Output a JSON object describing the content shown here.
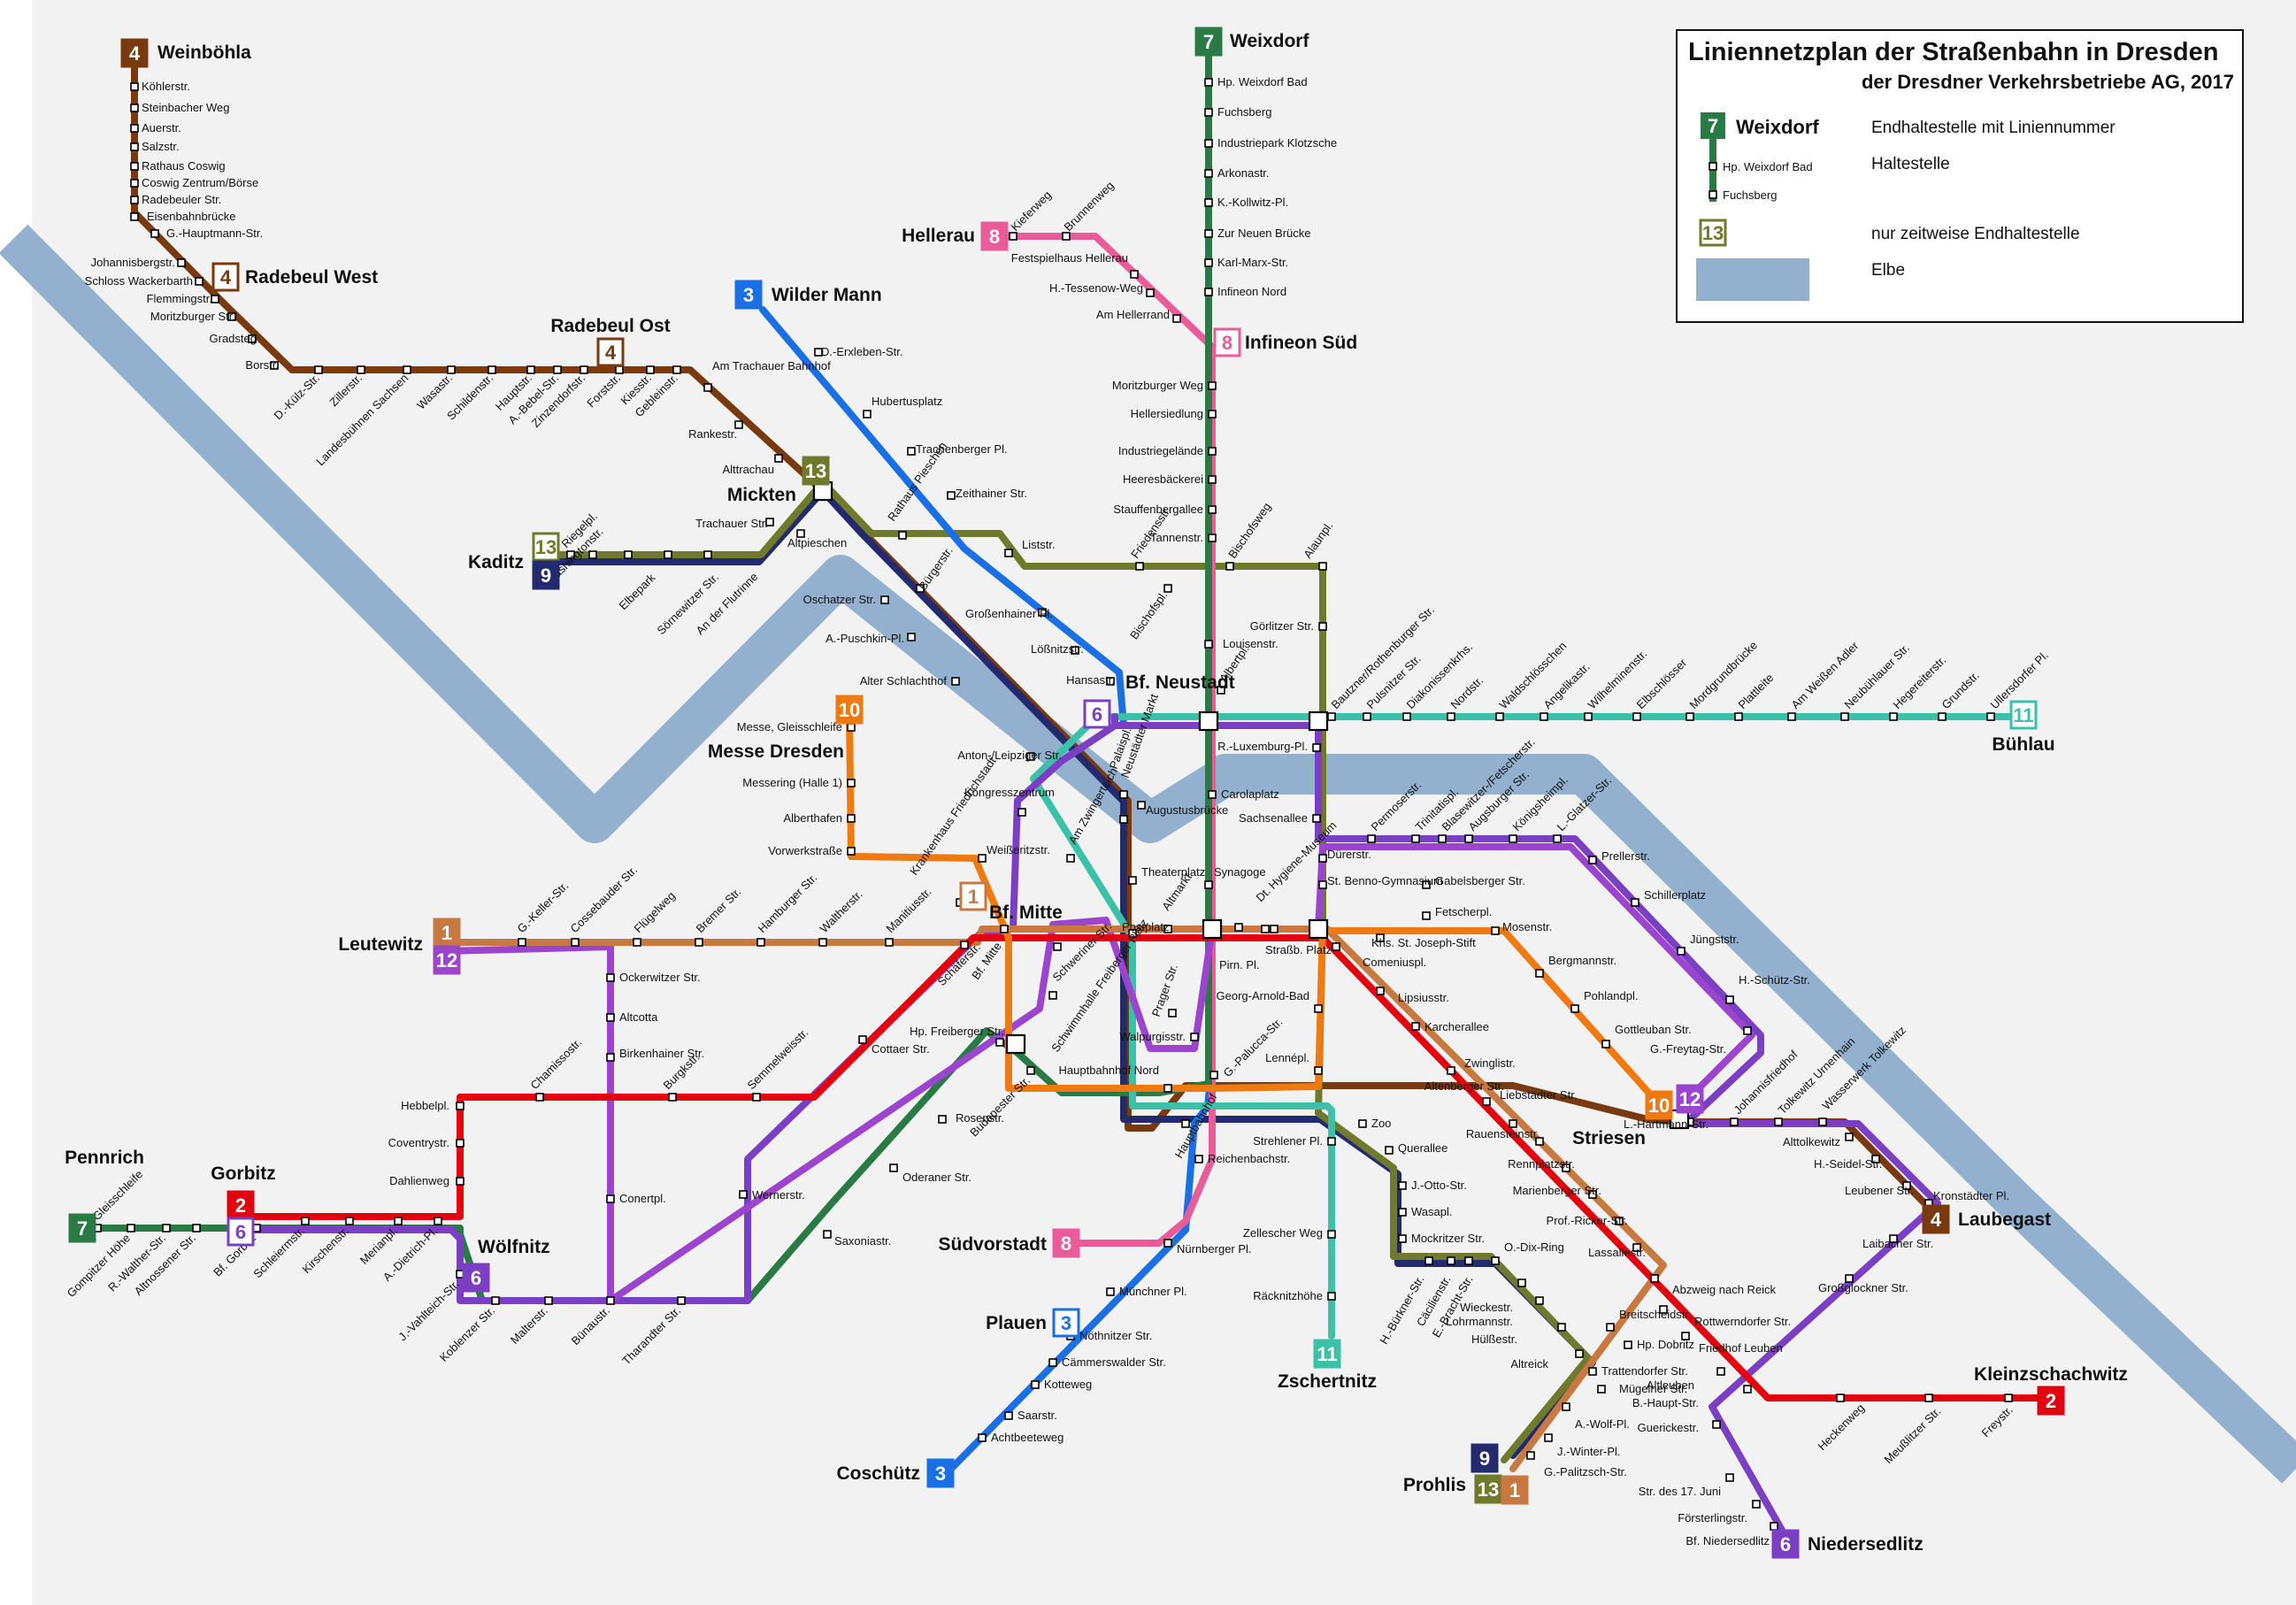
{
  "legend": {
    "title": "Liniennetzplan der Straßenbahn in Dresden",
    "subtitle": "der Dresdner Verkehrsbetriebe AG,  2017",
    "ex_line": "7",
    "ex_terminus": "Weixdorf",
    "ex_stop1": "Hp. Weixdorf Bad",
    "ex_stop2": "Fuchsberg",
    "ex_line_temp": "13",
    "label_terminus": "Endhaltestelle mit Liniennummer",
    "label_stop": "Haltestelle",
    "label_temp": "nur zeitweise Endhaltestelle",
    "label_river": "Elbe"
  },
  "colors": {
    "1": "#c87941",
    "2": "#e3000f",
    "3": "#1a6fe5",
    "4": "#7a3a10",
    "6": "#7b3fc4",
    "7": "#2a7a45",
    "8": "#ea5b9a",
    "9": "#232a6d",
    "10": "#f07a12",
    "11": "#3cc0a8",
    "12": "#9b45cf",
    "13": "#6f7a2c",
    "river": "#93b1cf"
  },
  "termini": [
    {
      "line": "4",
      "name": "Weinböhla"
    },
    {
      "line": "4",
      "name": "Radebeul West"
    },
    {
      "line": "4",
      "name": "Radebeul Ost"
    },
    {
      "line": "3",
      "name": "Wilder Mann"
    },
    {
      "line": "8",
      "name": "Hellerau"
    },
    {
      "line": "7",
      "name": "Weixdorf"
    },
    {
      "line": "8",
      "name": "Infineon Süd"
    },
    {
      "line": "13",
      "name": "Mickten"
    },
    {
      "line": "13",
      "name": "Kaditz"
    },
    {
      "line": "9",
      "name": ""
    },
    {
      "line": "6",
      "name": "Bf. Neustadt"
    },
    {
      "line": "11",
      "name": "Bühlau"
    },
    {
      "line": "10",
      "name": "Messe Dresden"
    },
    {
      "line": "1",
      "name": "Bf. Mitte"
    },
    {
      "line": "1",
      "name": "Leutewitz"
    },
    {
      "line": "12",
      "name": ""
    },
    {
      "line": "7",
      "name": "Pennrich"
    },
    {
      "line": "2",
      "name": "Gorbitz"
    },
    {
      "line": "6",
      "name": ""
    },
    {
      "line": "6",
      "name": "Wölfnitz"
    },
    {
      "line": "8",
      "name": "Südvorstadt"
    },
    {
      "line": "3",
      "name": "Plauen"
    },
    {
      "line": "3",
      "name": "Coschütz"
    },
    {
      "line": "11",
      "name": "Zschertnitz"
    },
    {
      "line": "9",
      "name": "Prohlis"
    },
    {
      "line": "13",
      "name": ""
    },
    {
      "line": "1",
      "name": ""
    },
    {
      "line": "10",
      "name": "Striesen"
    },
    {
      "line": "12",
      "name": ""
    },
    {
      "line": "4",
      "name": "Laubegast"
    },
    {
      "line": "2",
      "name": "Kleinzschachwitz"
    },
    {
      "line": "6",
      "name": "Niedersedlitz"
    }
  ],
  "stops": [
    "Köhlerstr.",
    "Steinbacher Weg",
    "Auerstr.",
    "Salzstr.",
    "Rathaus Coswig",
    "Coswig Zentrum/Börse",
    "Radebeuler Str.",
    "Eisenbahnbrücke",
    "G.-Hauptmann-Str.",
    "Johannisbergstr.",
    "Schloss Wackerbarth",
    "Flemmingstr.",
    "Moritzburger Str.",
    "Gradsteg",
    "Borstr.",
    "D.-Külz-Str.",
    "Zillerstr.",
    "Landesbühnen Sachsen",
    "Wasastr.",
    "Schildenstr.",
    "Hauptstr.",
    "A.-Bebel-Str.",
    "Zinzendorfstr.",
    "Forststr.",
    "Kiesstr.",
    "Gebleinstr.",
    "Am Trachauer Bahnhof",
    "Rankestr.",
    "Alttrachau",
    "Trachauer Str.",
    "Altpieschen",
    "D.-Erxleben-Str.",
    "Hubertusplatz",
    "Trachenberger Pl.",
    "Zeithainer Str.",
    "Rathaus Pieschen",
    "Bürgerstr.",
    "Liststr.",
    "Großenhainer Pl.",
    "Lößnitzstr.",
    "Hansastr.",
    "Kieferweg",
    "Brunnenweg",
    "Festspielhaus Hellerau",
    "H.-Tessenow-Weg",
    "Am Hellerrand",
    "Hp. Weixdorf Bad",
    "Fuchsberg",
    "Industriepark Klotzsche",
    "Arkonastr.",
    "K.-Kollwitz-Pl.",
    "Zur Neuen Brücke",
    "Karl-Marx-Str.",
    "Infineon Nord",
    "Moritzburger Weg",
    "Hellersiedlung",
    "Industriegelände",
    "Heeresbäckerei",
    "Stauffenbergallee",
    "Tannenstr.",
    "Friedensstr.",
    "Bischofsweg",
    "Bischofspl.",
    "Alaunpl.",
    "Görlitzer Str.",
    "Louisenstr.",
    "Albertpl.",
    "Riegelpl.",
    "Washingtonstr.",
    "Elbepark",
    "Sörnewitzer Str.",
    "An der Flutrinne",
    "Oschatzer Str.",
    "A.-Puschkin-Pl.",
    "Alter Schlachthof",
    "Anton-/Leipziger Str.",
    "Palaispl.",
    "Neustädter Markt",
    "Bautzner/Rothenburger Str.",
    "Pulsnitzer Str.",
    "Diakonissenkrhs.",
    "Nordstr.",
    "Waldschlösschen",
    "Angelikastr.",
    "Wilhelminenstr.",
    "Elbschlösser",
    "Mordgrundbrücke",
    "Plattleite",
    "Am Weißen Adler",
    "Neubühlauer Str.",
    "Hegereiterstr.",
    "Grundstr.",
    "Ullersdorfer Pl.",
    "R.-Luxemburg-Pl.",
    "Carolaplatz",
    "Augustusbrücke",
    "Sachsenallee",
    "Permoserstr.",
    "Trinitatispl.",
    "Blasewitzer-/Fetscherstr.",
    "Augsburger Str.",
    "Königsheimpl.",
    "L.-Glatzer-Str.",
    "Messe, Gleisschleife",
    "Messering (Halle 1)",
    "Alberthafen",
    "Vorwerkstraße",
    "Krankenhaus Friedrichstadt",
    "Weißeritzstr.",
    "Kongresszentrum",
    "Am Zwingerteich",
    "G.-Keller-Str.",
    "Cossebauder Str.",
    "Flügelweg",
    "Bremer Str.",
    "Hamburger Str.",
    "Waltherstr.",
    "Manitiusstr.",
    "Schäferstr.",
    "Bf. Mitte",
    "Postplatz",
    "Theaterplatz",
    "Altmarkt",
    "Synagoge",
    "Dt. Hygiene-Museum",
    "Pirn. Pl.",
    "Straßb. Platz",
    "Dürerstr.",
    "St. Benno-Gymnasium",
    "Gabelsberger Str.",
    "Fetscherpl.",
    "Preller­str.",
    "Schillerplatz",
    "Jüngststr.",
    "H.-Schütz-Str.",
    "G.-Freytag-Str.",
    "Mosenstr.",
    "Khs. St. Joseph-Stift",
    "Comeniuspl.",
    "Bergmannstr.",
    "Pohlandpl.",
    "Gottleuban Str.",
    "Lipsiusstr.",
    "Karcherallee",
    "Zwinglistr.",
    "Liebstädter Str.",
    "Altenberger Str.",
    "Rauensteinstr.",
    "Rennplatzstr.",
    "Marienberger Str.",
    "Prof.-Ricker-Str.",
    "Lassallestr.",
    "Abzweig nach Reick",
    "Rottwerndorfer Str.",
    "Friedhof Leuben",
    "Altleuben",
    "B.-Haupt-Str.",
    "Heckenweg",
    "Meußlitzer Str.",
    "Freystr.",
    "L.-Hartmann-Str.",
    "Johannisfriedhof",
    "Tolkewitz Urnenhain",
    "Wasserwerk Tolkewitz",
    "Alttolkewitz",
    "H.-Seidel-Str.",
    "Leubener Str.",
    "Kronstädter Pl.",
    "Laibacher Str.",
    "Großglockner Str.",
    "Ockerwitzer Str.",
    "Altcotta",
    "Birkenhainer Str.",
    "Conertpl.",
    "Chamissostr.",
    "Burgkstr.",
    "Semmelweisstr.",
    "Hebbelpl.",
    "Coventrystr.",
    "Dahlienweg",
    "Cottaer Str.",
    "Hp. Freiberger Str.",
    "Wernerstr.",
    "Gleisschleife",
    "Gompitzer Höhe",
    "R.-Walther-Str.",
    "Altnossener Str.",
    "Bf. Gorbitz",
    "Schleiermstr.",
    "Kirschenstr.",
    "Merianpl.",
    "A.-Dietrich-Pl.",
    "J.-Vahlteich-Str.",
    "Koblenzer Str.",
    "Malterstr.",
    "Bünaustr.",
    "Tharandter Str.",
    "Saxoniastr.",
    "Oderaner Str.",
    "Rosenstr.",
    "Budapester Str.",
    "Schweriner Str.",
    "Schwimmhalle Freiberger Platz",
    "Prager Str.",
    "Walpurgisstr.",
    "Hauptbahnhof Nord",
    "Hauptbahnhof",
    "G.-Palucca-Str.",
    "Georg-Arnold-Bad",
    "Lennépl.",
    "Reichenbachstr.",
    "Strehlener Pl.",
    "Zellescher Weg",
    "Räcknitzhöhe",
    "Nürnberger Pl.",
    "Münchner Pl.",
    "Nöthnitzer Str.",
    "Cämmerswalder Str.",
    "Kotteweg",
    "Saarstr.",
    "Achtbeeteweg",
    "Zoo",
    "Querallee",
    "J.-Otto-Str.",
    "Wasapl.",
    "Mockritzer Str.",
    "H.-Bürkner-Str.",
    "Cäcilienstr.",
    "E.-Bracht-Str.",
    "O.-Dix-Ring",
    "Wieckestr.",
    "Lohrmannstr.",
    "Hülßestr.",
    "Altreick",
    "Trattendorfer Str.",
    "Breitscheidstr.",
    "Hp. Dobritz",
    "Mügelner Str.",
    "A.-Wolf-Pl.",
    "J.-Winter-Pl.",
    "G.-Palitzsch-Str.",
    "Guerickestr.",
    "Str. des 17. Juni",
    "Försterlingstr.",
    "Bf. Niedersedlitz"
  ]
}
